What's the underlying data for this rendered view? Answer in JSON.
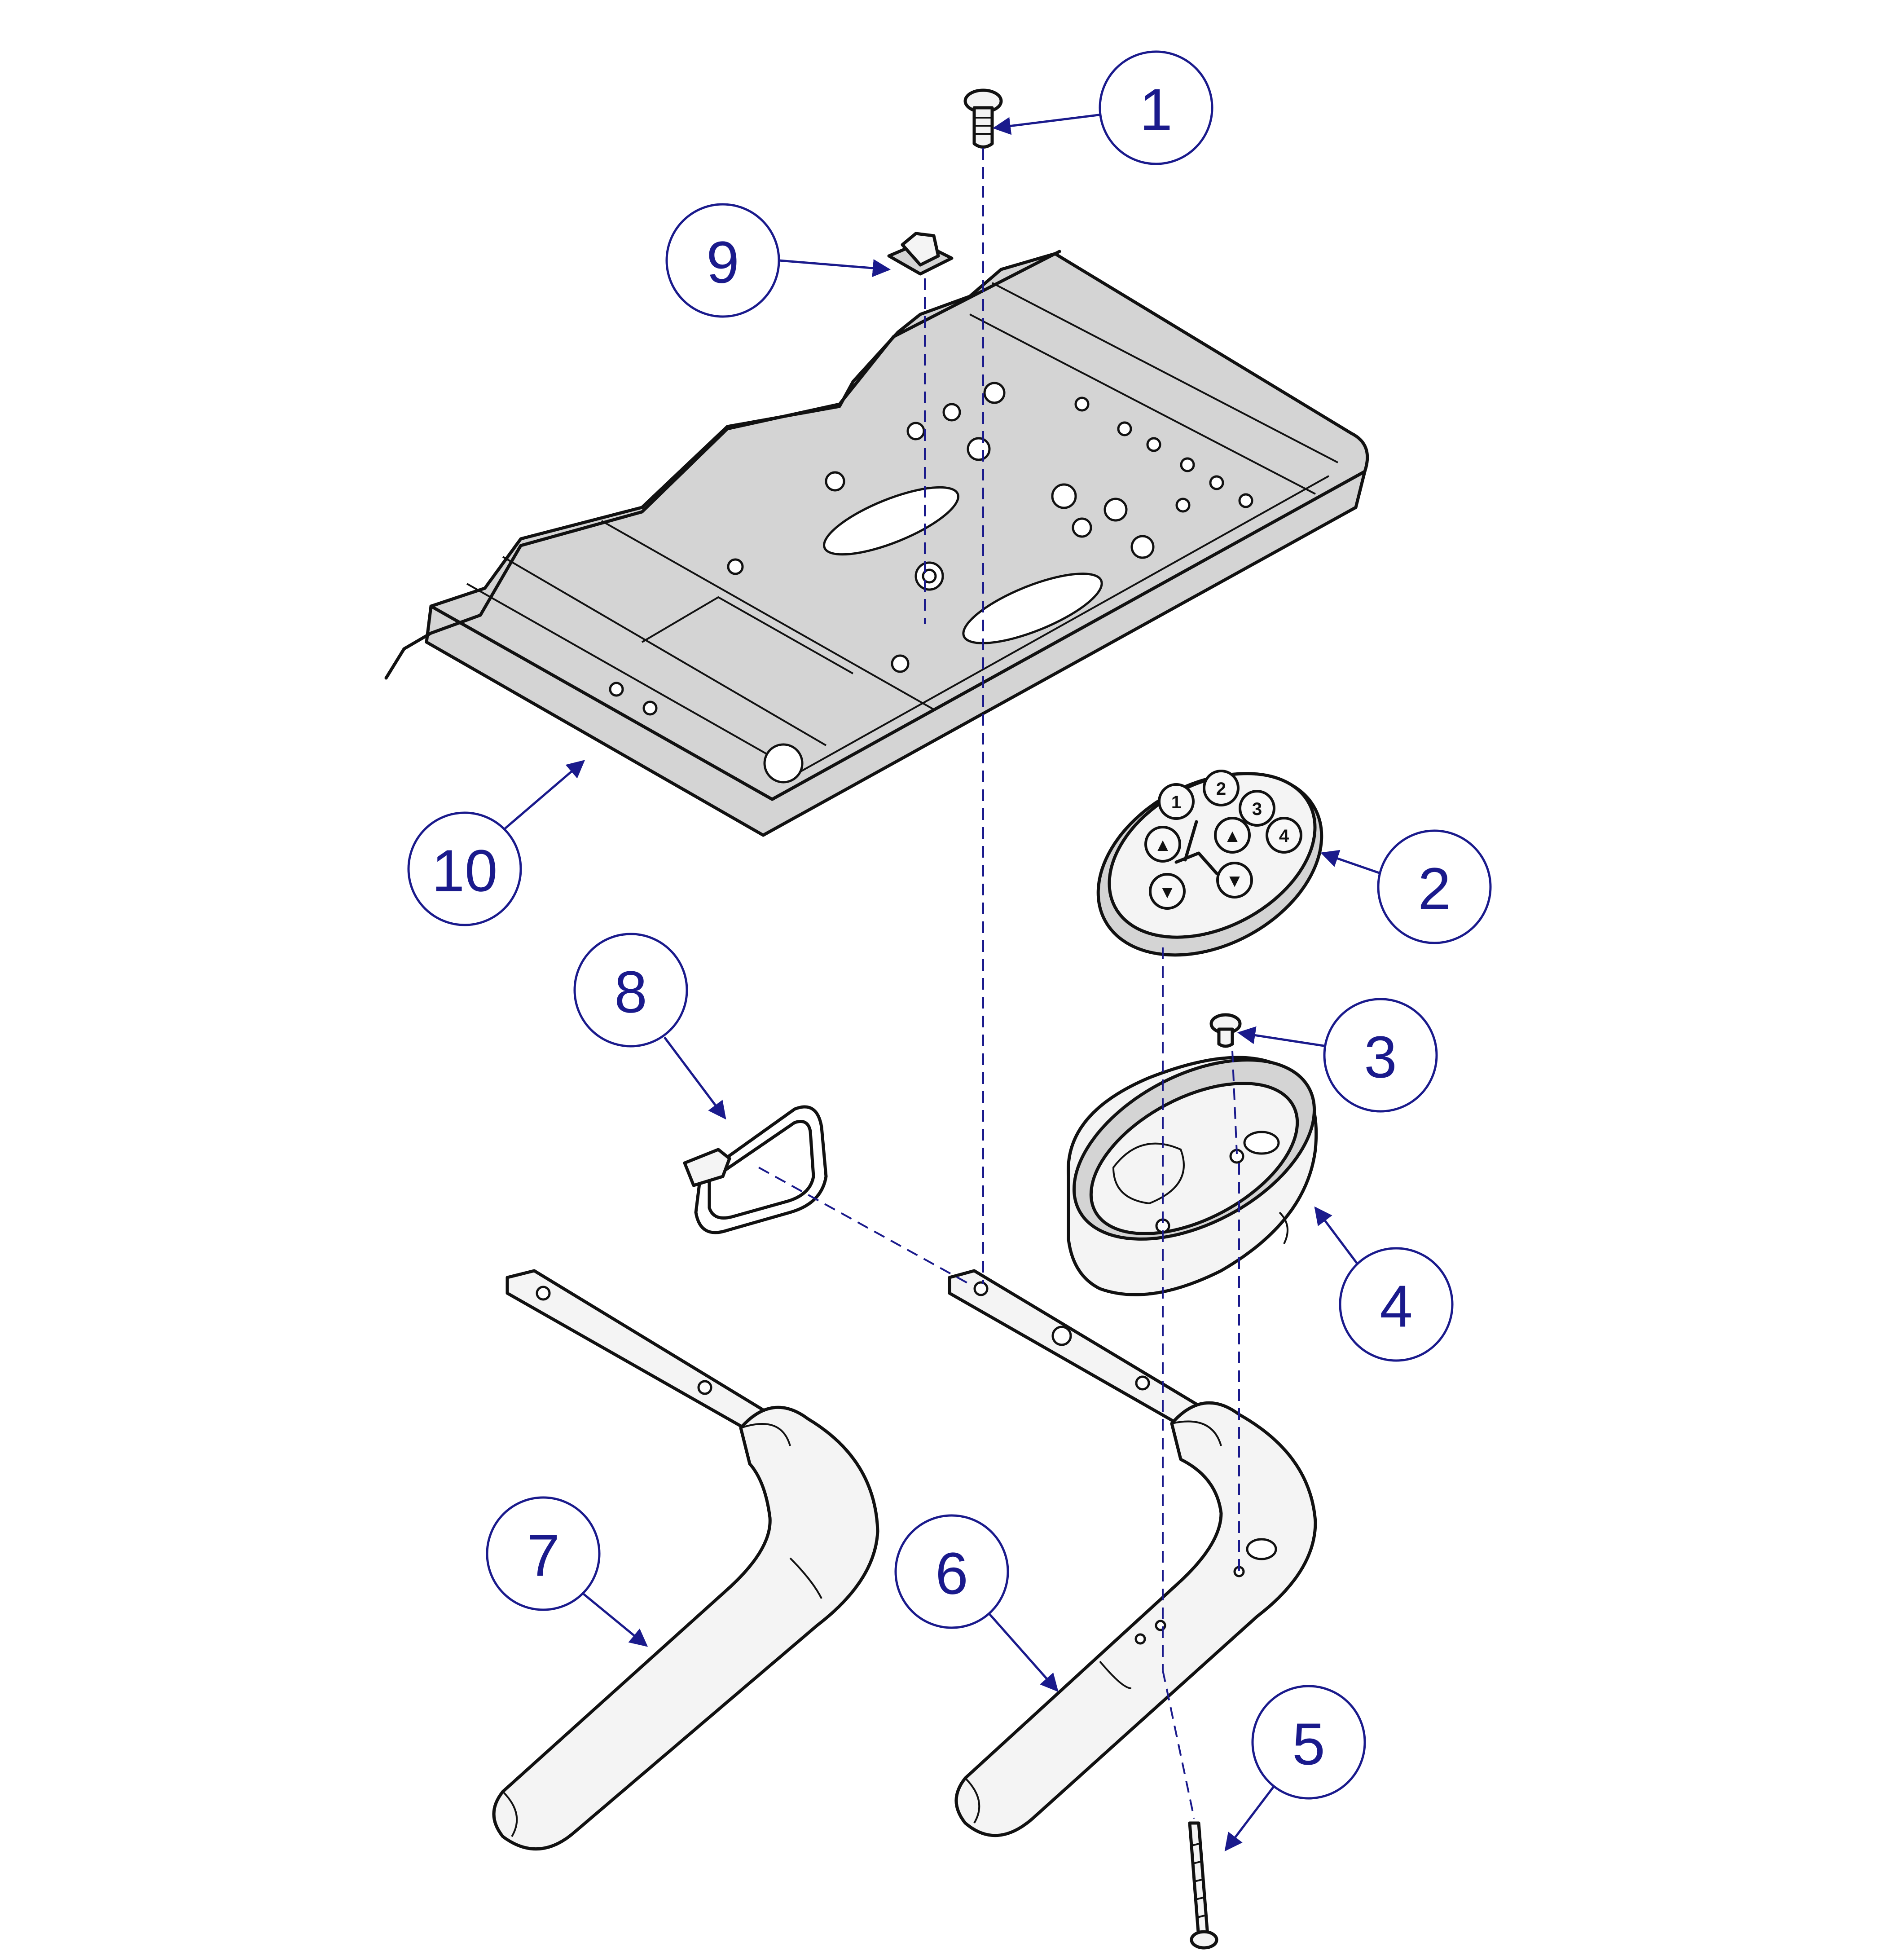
{
  "colors": {
    "callout": "#1a1a8c",
    "part_fill": "#d4d4d4",
    "outline": "#111111"
  },
  "callouts": [
    {
      "id": "1",
      "label": "1"
    },
    {
      "id": "2",
      "label": "2"
    },
    {
      "id": "3",
      "label": "3"
    },
    {
      "id": "4",
      "label": "4"
    },
    {
      "id": "5",
      "label": "5"
    },
    {
      "id": "6",
      "label": "6"
    },
    {
      "id": "7",
      "label": "7"
    },
    {
      "id": "8",
      "label": "8"
    },
    {
      "id": "9",
      "label": "9"
    },
    {
      "id": "10",
      "label": "10"
    }
  ],
  "keypad": {
    "keys": [
      "1",
      "2",
      "3",
      "4",
      "▲",
      "▲",
      "▼",
      "▼"
    ]
  }
}
